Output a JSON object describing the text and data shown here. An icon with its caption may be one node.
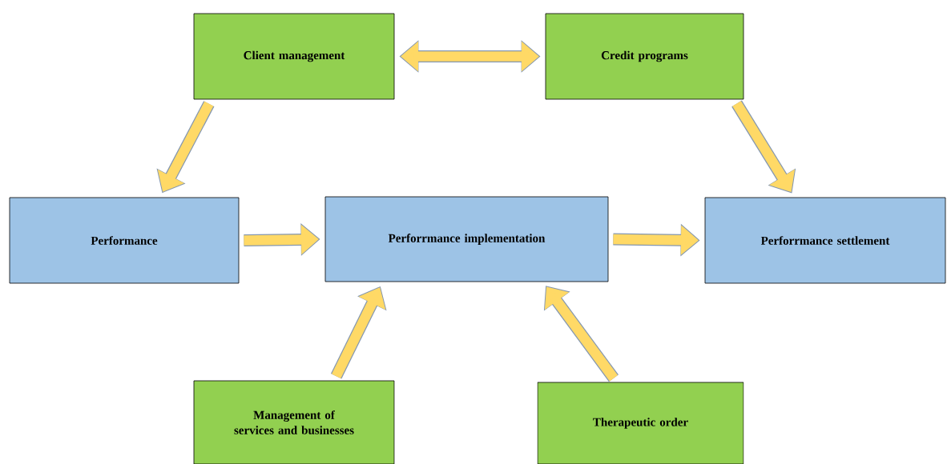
{
  "diagram": {
    "nodes": [
      {
        "text": [
          "Client management"
        ]
      },
      {
        "text": [
          "Credit programs"
        ]
      },
      {
        "text": [
          "Performance"
        ]
      },
      {
        "text": [
          "Perforrmance implementation"
        ]
      },
      {
        "text": [
          "Perforrmance settlement"
        ]
      },
      {
        "text": [
          "Management of services and businesses"
        ]
      },
      {
        "text": [
          "Therapeutic order"
        ]
      }
    ],
    "edges": [
      {
        "from": 0,
        "to": 1,
        "arrow": "both"
      },
      {
        "from": 0,
        "to": 2,
        "arrow": "to"
      },
      {
        "from": 1,
        "to": 4,
        "arrow": "to"
      },
      {
        "from": 2,
        "to": 3,
        "arrow": "to"
      },
      {
        "from": 3,
        "to": 4,
        "arrow": "to"
      },
      {
        "from": 5,
        "to": 3,
        "arrow": "to"
      },
      {
        "from": 6,
        "to": 3,
        "arrow": "to"
      }
    ]
  }
}
